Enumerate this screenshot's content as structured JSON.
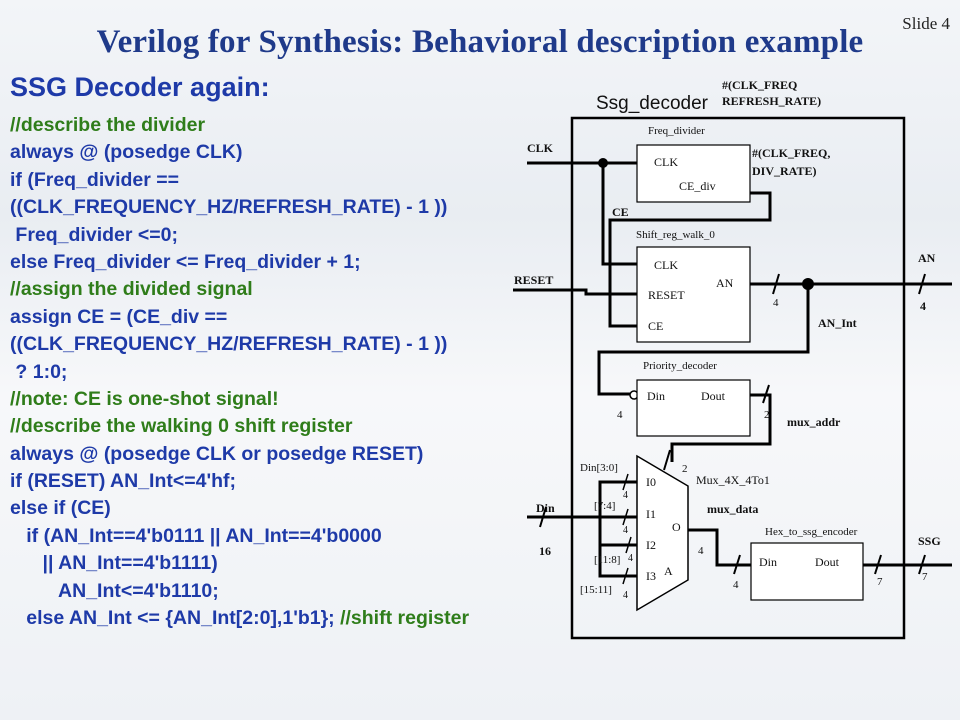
{
  "slide_number": "Slide 4",
  "title": "Verilog for Synthesis: Behavioral description example",
  "heading": "SSG Decoder again:",
  "code_lines": [
    [
      {
        "t": "//describe the divider",
        "c": "green"
      }
    ],
    [
      {
        "t": "always @ (posedge CLK)",
        "c": "blue"
      }
    ],
    [
      {
        "t": "if (Freq_divider ==",
        "c": "blue"
      }
    ],
    [
      {
        "t": "((CLK_FREQUENCY_HZ/REFRESH_RATE) - 1 ))",
        "c": "blue"
      }
    ],
    [
      {
        "t": " Freq_divider <=0;",
        "c": "blue"
      }
    ],
    [
      {
        "t": "else Freq_divider <= Freq_divider + 1;",
        "c": "blue"
      }
    ],
    [
      {
        "t": "//assign the divided signal",
        "c": "green"
      }
    ],
    [
      {
        "t": "assign CE = (CE_div ==",
        "c": "blue"
      }
    ],
    [
      {
        "t": "((CLK_FREQUENCY_HZ/REFRESH_RATE) - 1 ))",
        "c": "blue"
      }
    ],
    [
      {
        "t": " ? 1:0;",
        "c": "blue"
      }
    ],
    [
      {
        "t": "//note: CE is one-shot signal!",
        "c": "green"
      }
    ],
    [
      {
        "t": "//describe the walking 0 shift register",
        "c": "green"
      }
    ],
    [
      {
        "t": "always @ (posedge CLK or posedge RESET)",
        "c": "blue"
      }
    ],
    [
      {
        "t": "if (RESET) AN_Int<=4'hf;",
        "c": "blue"
      }
    ],
    [
      {
        "t": "else if (CE)",
        "c": "blue"
      }
    ],
    [
      {
        "t": "   if (AN_Int==4'b0111 || AN_Int==4'b0000",
        "c": "blue"
      }
    ],
    [
      {
        "t": "      || AN_Int==4'b1111)",
        "c": "blue"
      }
    ],
    [
      {
        "t": "         AN_Int<=4'b1110;",
        "c": "blue"
      }
    ],
    [
      {
        "t": "   else AN_Int <= {AN_Int[2:0],1'b1}; ",
        "c": "blue"
      },
      {
        "t": "//shift register",
        "c": "green"
      }
    ]
  ],
  "diagram": {
    "module_name": "Ssg_decoder",
    "module_params": [
      "#(CLK_FREQ",
      "REFRESH_RATE)"
    ],
    "freq_divider": {
      "name": "Freq_divider",
      "port_clk": "CLK",
      "port_ce_div": "CE_div",
      "params": [
        "#(CLK_FREQ,",
        "DIV_RATE)"
      ]
    },
    "shift_reg": {
      "name": "Shift_reg_walk_0",
      "port_clk": "CLK",
      "port_reset": "RESET",
      "port_ce": "CE",
      "port_an": "AN"
    },
    "priority_decoder": {
      "name": "Priority_decoder",
      "port_din": "Din",
      "port_dout": "Dout"
    },
    "mux": {
      "name": "Mux_4X_4To1",
      "inputs": [
        "I0",
        "I1",
        "I2",
        "I3"
      ],
      "output": "O",
      "select": "A"
    },
    "hex_encoder": {
      "name": "Hex_to_ssg_encoder",
      "port_din": "Din",
      "port_dout": "Dout"
    },
    "signals": {
      "clk": "CLK",
      "ce": "CE",
      "reset": "RESET",
      "an_out": "AN",
      "an_int": "AN_Int",
      "mux_addr": "mux_addr",
      "mux_data": "mux_data",
      "din": "Din",
      "ssg": "SSG"
    },
    "bus_labels": {
      "din_slice0": "Din[3:0]",
      "din_slice1": "[7:4]",
      "din_slice2": "[11:8]",
      "din_slice3": "[15:11]"
    },
    "widths": {
      "four": "4",
      "two": "2",
      "sixteen": "16",
      "seven": "7"
    }
  }
}
